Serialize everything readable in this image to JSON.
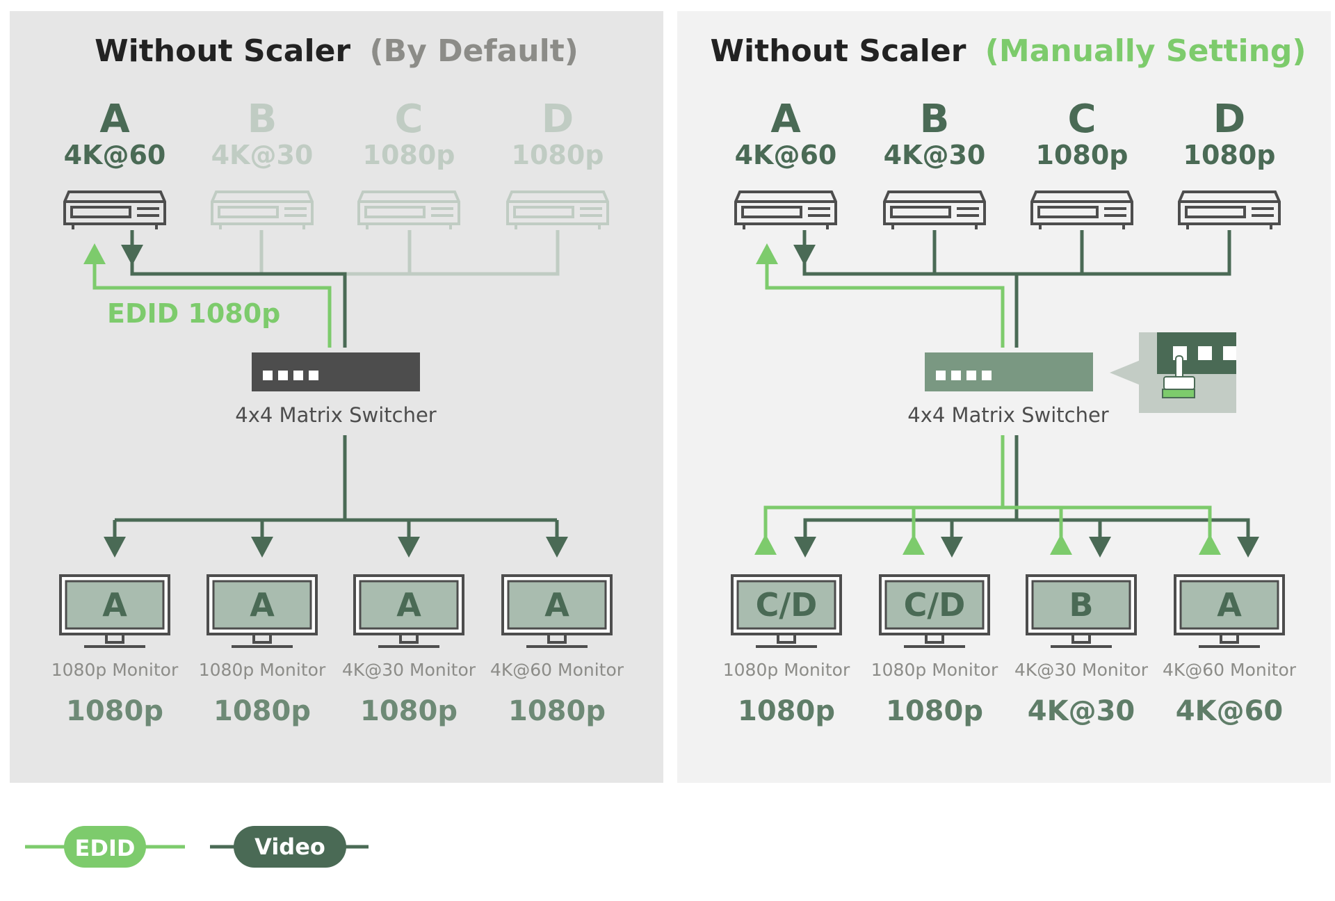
{
  "colors": {
    "dark": "#4a6a55",
    "green": "#7dcb6c",
    "dim": "#c0ccc3",
    "text_dark": "#222222",
    "text_grey": "#8c8c88",
    "panel_left": "#e6e6e6",
    "panel_right": "#f2f2f2",
    "screen": "#a9bcaf",
    "frame": "#4d4d4d"
  },
  "left": {
    "title": "Without Scaler",
    "title_paren": "(By Default)",
    "sources": [
      {
        "letter": "A",
        "res": "4K@60",
        "active": true
      },
      {
        "letter": "B",
        "res": "4K@30",
        "active": false
      },
      {
        "letter": "C",
        "res": "1080p",
        "active": false
      },
      {
        "letter": "D",
        "res": "1080p",
        "active": false
      }
    ],
    "edid_label": "EDID 1080p",
    "switcher_label": "4x4 Matrix Switcher",
    "monitors": [
      {
        "screen": "A",
        "caption": "1080p Monitor",
        "output": "1080p"
      },
      {
        "screen": "A",
        "caption": "1080p Monitor",
        "output": "1080p"
      },
      {
        "screen": "A",
        "caption": "4K@30 Monitor",
        "output": "1080p"
      },
      {
        "screen": "A",
        "caption": "4K@60 Monitor",
        "output": "1080p"
      }
    ]
  },
  "right": {
    "title": "Without Scaler",
    "title_paren": "(Manually Setting)",
    "sources": [
      {
        "letter": "A",
        "res": "4K@60",
        "active": true
      },
      {
        "letter": "B",
        "res": "4K@30",
        "active": true
      },
      {
        "letter": "C",
        "res": "1080p",
        "active": true
      },
      {
        "letter": "D",
        "res": "1080p",
        "active": true
      }
    ],
    "switcher_label": "4x4 Matrix Switcher",
    "monitors": [
      {
        "screen": "C/D",
        "caption": "1080p Monitor",
        "output": "1080p"
      },
      {
        "screen": "C/D",
        "caption": "1080p Monitor",
        "output": "1080p"
      },
      {
        "screen": "B",
        "caption": "4K@30 Monitor",
        "output": "4K@30"
      },
      {
        "screen": "A",
        "caption": "4K@60 Monitor",
        "output": "4K@60"
      }
    ]
  },
  "legend": {
    "edid": "EDID",
    "video": "Video"
  }
}
